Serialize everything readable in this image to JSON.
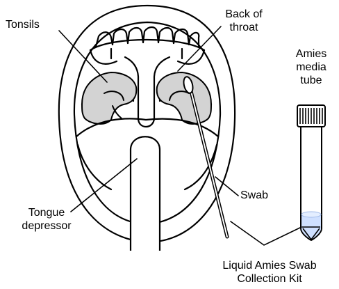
{
  "labels": {
    "tonsils": "Tonsils",
    "back_of_throat_1": "Back of",
    "back_of_throat_2": "throat",
    "tube_1": "Amies",
    "tube_2": "media",
    "tube_3": "tube",
    "swab": "Swab",
    "tongue_depressor_1": "Tongue",
    "tongue_depressor_2": "depressor",
    "kit_1": "Liquid Amies Swab",
    "kit_2": "Collection Kit"
  },
  "colors": {
    "outline": "#000000",
    "tonsil_fill": "#d3d3d3",
    "tube_fill": "#ffffff",
    "media_fill": "#cfe0ff"
  }
}
